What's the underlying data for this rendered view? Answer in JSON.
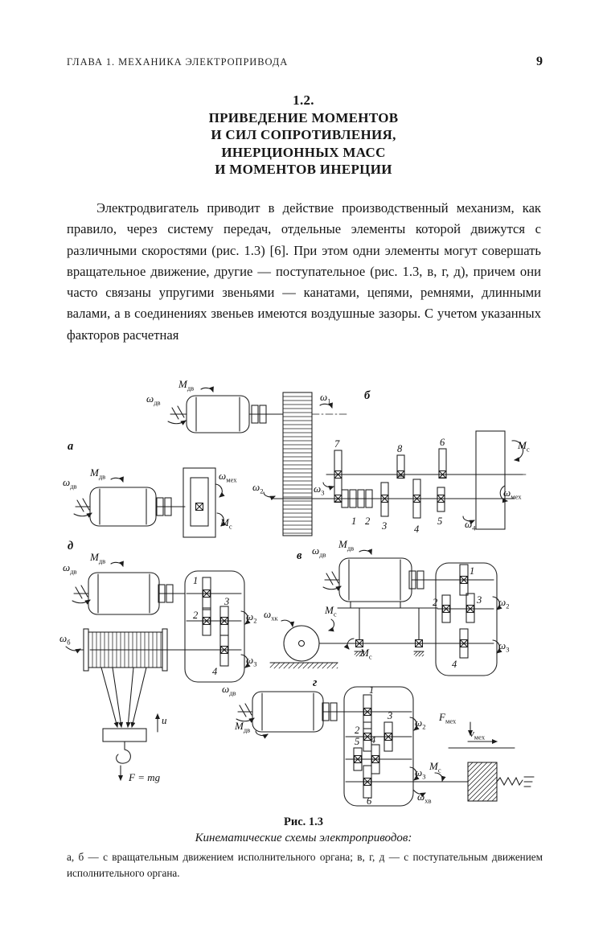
{
  "page": {
    "header": {
      "chapter": "ГЛАВА 1. МЕХАНИКА ЭЛЕКТРОПРИВОДА",
      "page_number": "9"
    },
    "section": {
      "number": "1.2.",
      "title_lines": [
        "ПРИВЕДЕНИЕ МОМЕНТОВ",
        "И СИЛ СОПРОТИВЛЕНИЯ,",
        "ИНЕРЦИОННЫХ МАСС",
        "И МОМЕНТОВ ИНЕРЦИИ"
      ]
    },
    "paragraph": "Электродвигатель приводит в действие производственный механизм, как правило, через систему передач, отдельные элементы которой движутся с различными скоростями (рис. 1.3) [6]. При этом одни элементы могут совершать вращательное движение, другие — поступательное (рис. 1.3, в, г, д), причем они часто связаны упругими звеньями — канатами, цепями, ремнями, длинными валами, а в соединениях звеньев имеются воздушные зазоры. С учетом указанных факторов расчетная",
    "figure": {
      "number": "Рис. 1.3",
      "caption": "Кинематические схемы электроприводов:",
      "footnote": "а, б — с вращательным движением исполнительного органа; в, г, д — с поступательным движением исполнительного органа."
    }
  },
  "sym": {
    "omega": "ω",
    "M": "M",
    "F": "F",
    "v": "v",
    "u": "u",
    "F_mg": "F = mg",
    "dv": "дв",
    "meh": "мех",
    "s": "с",
    "hk": "хк",
    "hv": "хв",
    "b": "б",
    "n1": "1",
    "n2": "2",
    "n3": "3",
    "n4": "4",
    "n5": "5",
    "n6": "6",
    "n7": "7",
    "n8": "8",
    "pa": "а",
    "pb": "б",
    "pv": "в",
    "pg": "г",
    "pd": "д"
  }
}
